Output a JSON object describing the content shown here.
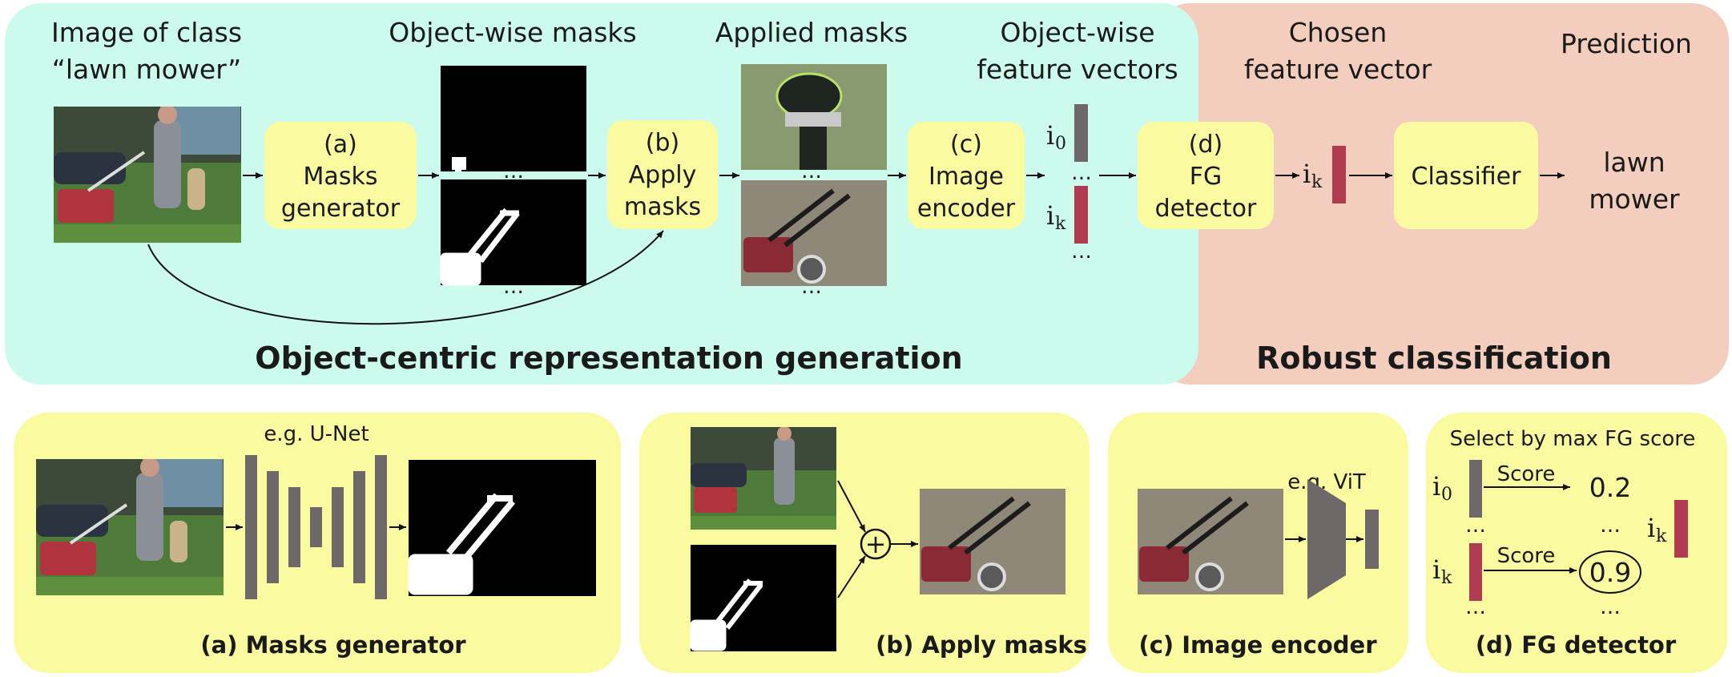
{
  "colors": {
    "teal_panel": "#ccfbee",
    "salmon_panel": "#f3cdbd",
    "yellow_box": "#fafaa0",
    "bar_gray": "#6f6868",
    "bar_red": "#b13c52",
    "grass": "#4e7a3a",
    "masked_bg": "#8f8878"
  },
  "top": {
    "section_left": "Object-centric representation generation",
    "section_right": "Robust classification",
    "heading_image": [
      "Image of class",
      "“lawn mower”"
    ],
    "heading_masks": "Object-wise masks",
    "heading_applied": "Applied masks",
    "heading_features": [
      "Object-wise",
      "feature vectors"
    ],
    "heading_chosen": [
      "Chosen",
      "feature vector"
    ],
    "heading_prediction": "Prediction",
    "box_a": [
      "(a)",
      "Masks",
      "generator"
    ],
    "box_b": [
      "(b)",
      "Apply",
      "masks"
    ],
    "box_c": [
      "(c)",
      "Image",
      "encoder"
    ],
    "box_d": [
      "(d)",
      "FG",
      "detector"
    ],
    "box_classifier": "Classifier",
    "prediction": [
      "lawn",
      "mower"
    ],
    "vec_i0": "i",
    "vec_i0_sub": "0",
    "vec_ik": "i",
    "vec_ik_sub": "k",
    "dots": "…"
  },
  "bottom": {
    "a_caption": "(a) Masks generator",
    "a_example": "e.g. U-Net",
    "b_caption": "(b) Apply masks",
    "b_plus": "+",
    "c_caption": "(c) Image encoder",
    "c_example": "e.g. ViT",
    "d_caption": "(d) FG detector",
    "d_title": "Select by max FG score",
    "d_score_label": "Score",
    "d_score_0": "0.2",
    "d_score_k": "0.9",
    "d_i0": "i",
    "d_i0_sub": "0",
    "d_ik": "i",
    "d_ik_sub": "k",
    "d_chosen": "i",
    "d_chosen_sub": "k",
    "dots": "…"
  }
}
